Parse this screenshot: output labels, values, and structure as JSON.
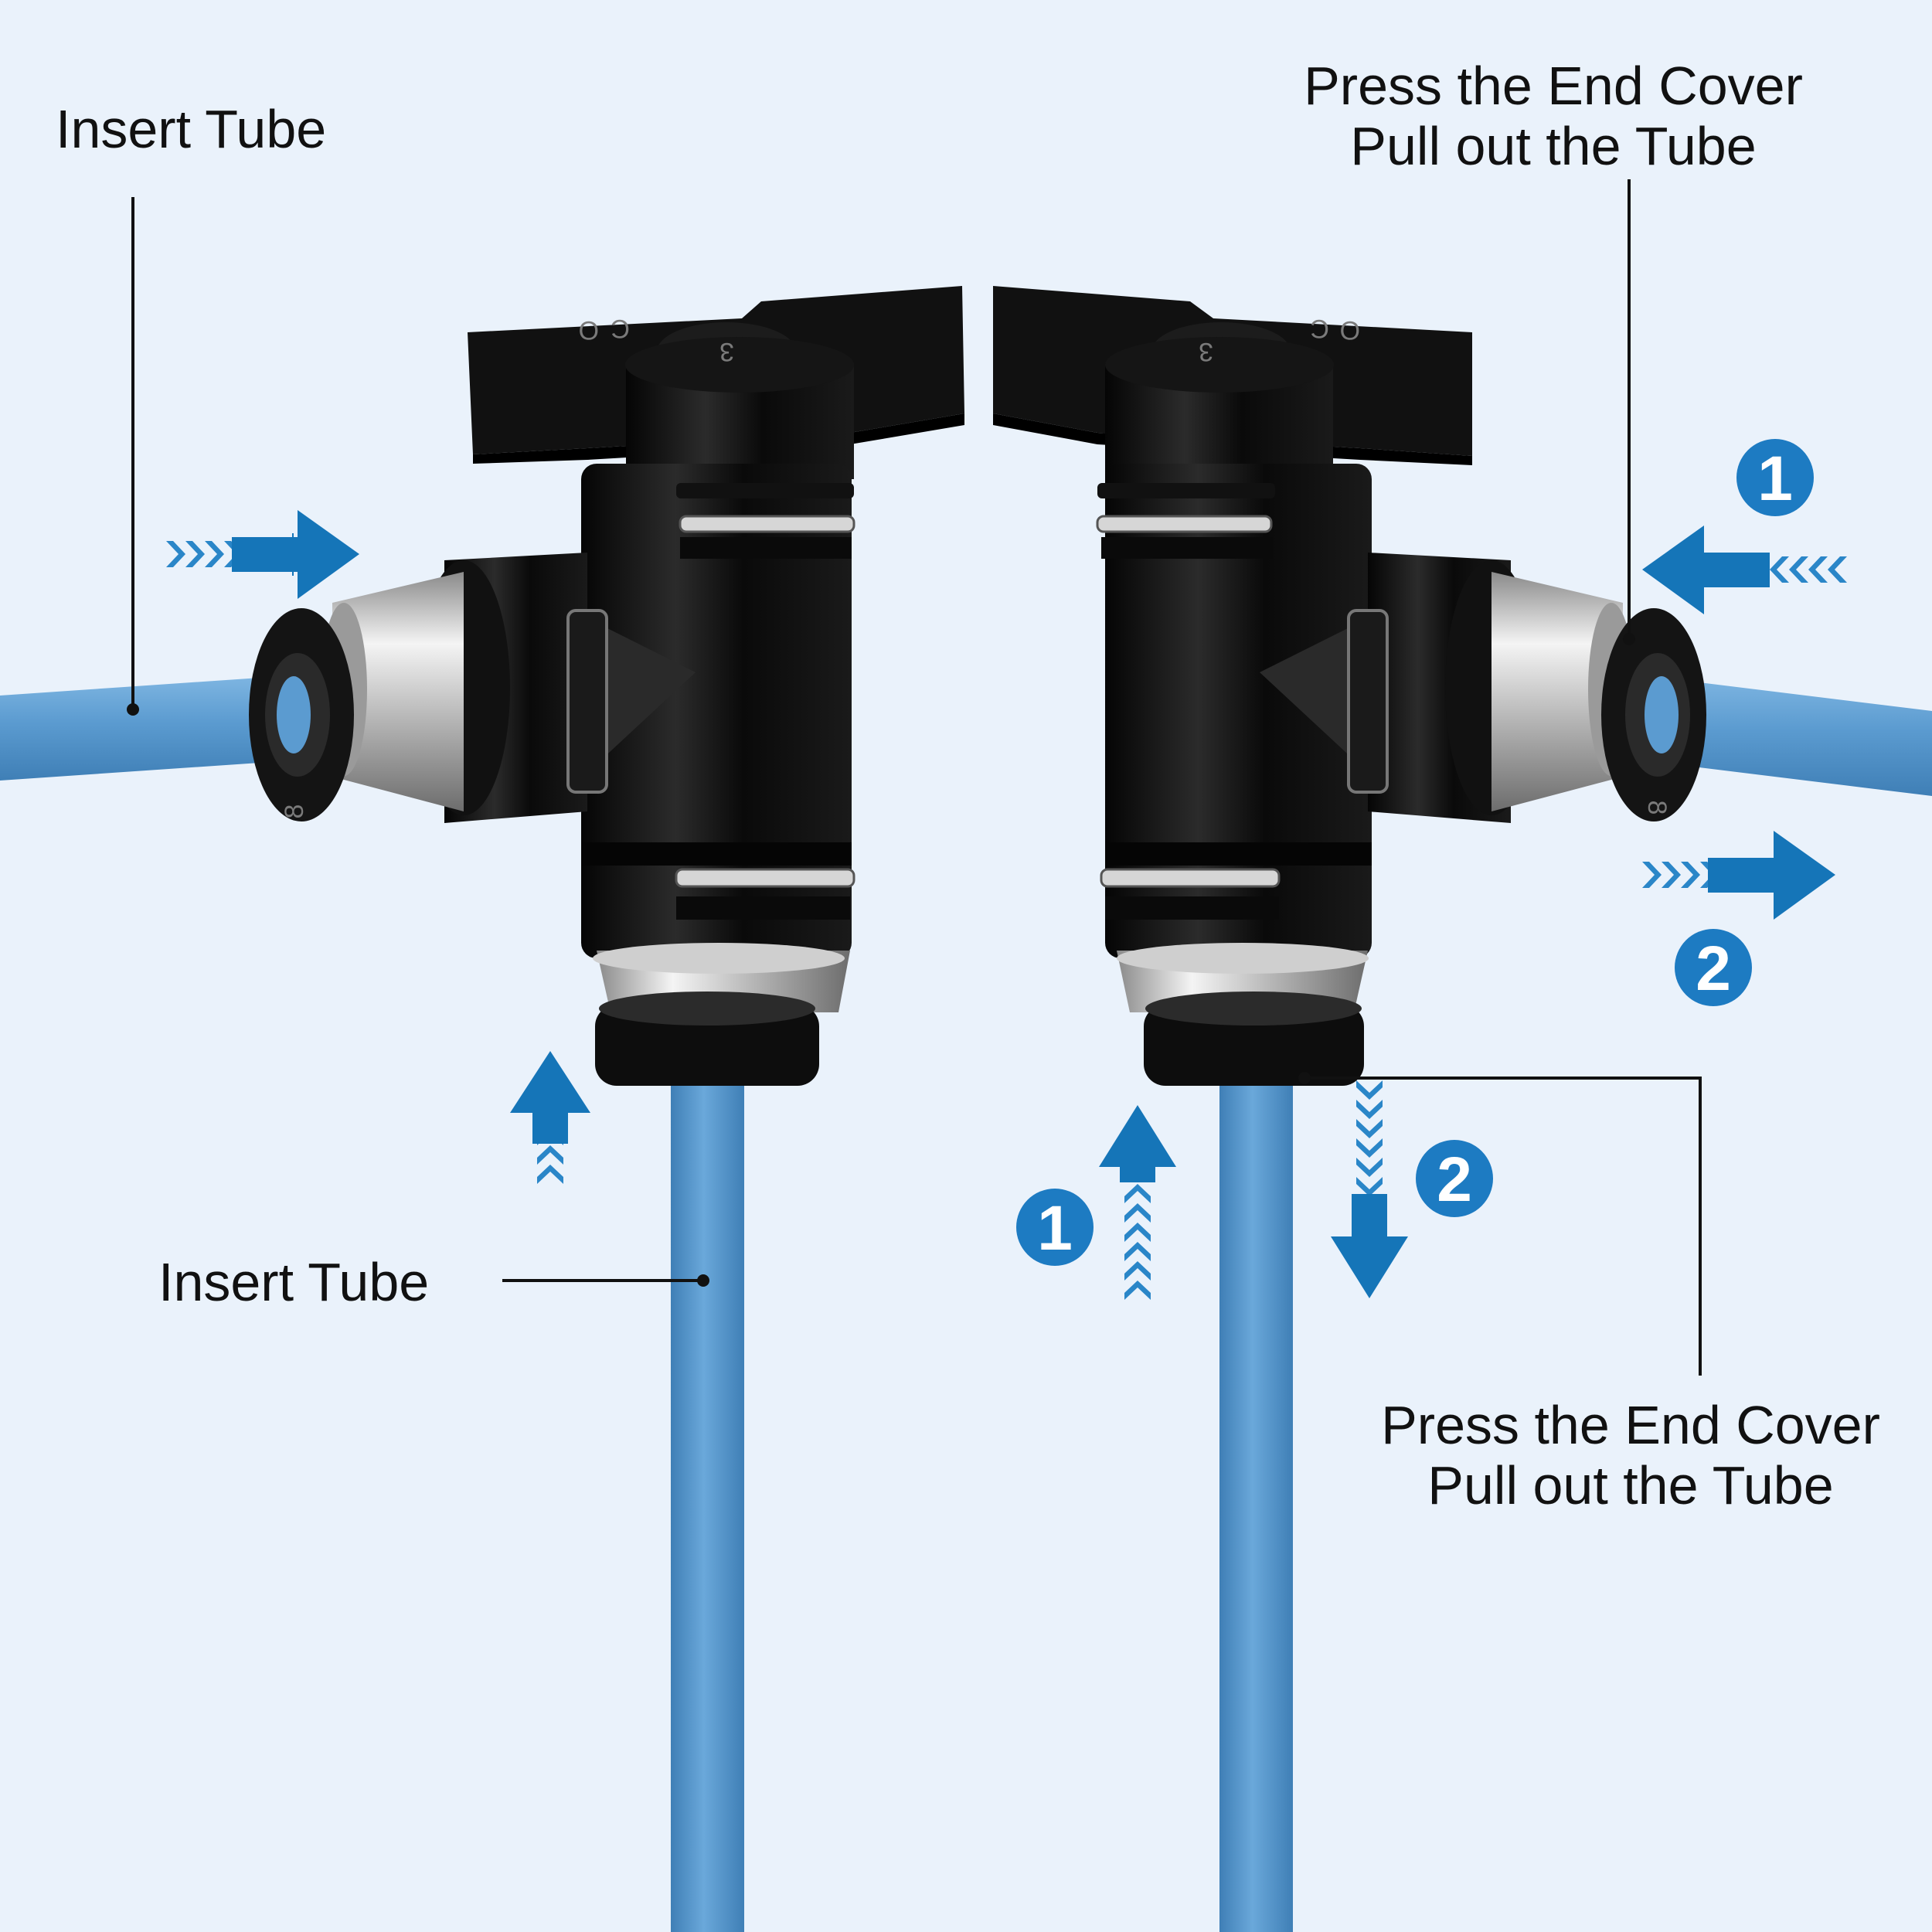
{
  "labels": {
    "insert_tube_top": "Insert Tube",
    "insert_tube_bottom": "Insert Tube",
    "press_top_line1": "Press the End Cover",
    "press_top_line2": "Pull out the Tube",
    "press_bottom_line1": "Press the End Cover",
    "press_bottom_line2": "Pull out the Tube"
  },
  "steps": {
    "step_1": "1",
    "step_2": "2"
  },
  "fitting_marks": {
    "port_size": "8",
    "handle_open": "O",
    "handle_closed": "C",
    "handle_hub": "3"
  },
  "colors": {
    "background": "#eaf2fb",
    "tube": "#5b9bd0",
    "arrow": "#1575b8",
    "badge": "#1d7bc2",
    "fitting": "#0c0c0c"
  }
}
